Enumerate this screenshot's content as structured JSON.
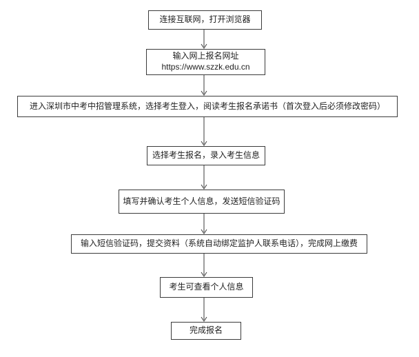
{
  "flowchart": {
    "steps": [
      {
        "text": "连接互联网，打开浏览器"
      },
      {
        "text": "输入网上报名网址\nhttps://www.szzk.edu.cn"
      },
      {
        "text": "进入深圳市中考中招管理系统，选择考生登入，阅读考生报名承诺书（首次登入后必须修改密码）"
      },
      {
        "text": "选择考生报名，录入考生信息"
      },
      {
        "text": "填写并确认考生个人信息，发送短信验证码"
      },
      {
        "text": "输入短信验证码，提交资料（系统自动绑定监护人联系电话），完成网上缴费"
      },
      {
        "text": "考生可查看个人信息"
      },
      {
        "text": "完成报名"
      }
    ],
    "colors": {
      "line": "#3a3a3a",
      "text": "#1f1f1f",
      "background": "#ffffff"
    }
  }
}
